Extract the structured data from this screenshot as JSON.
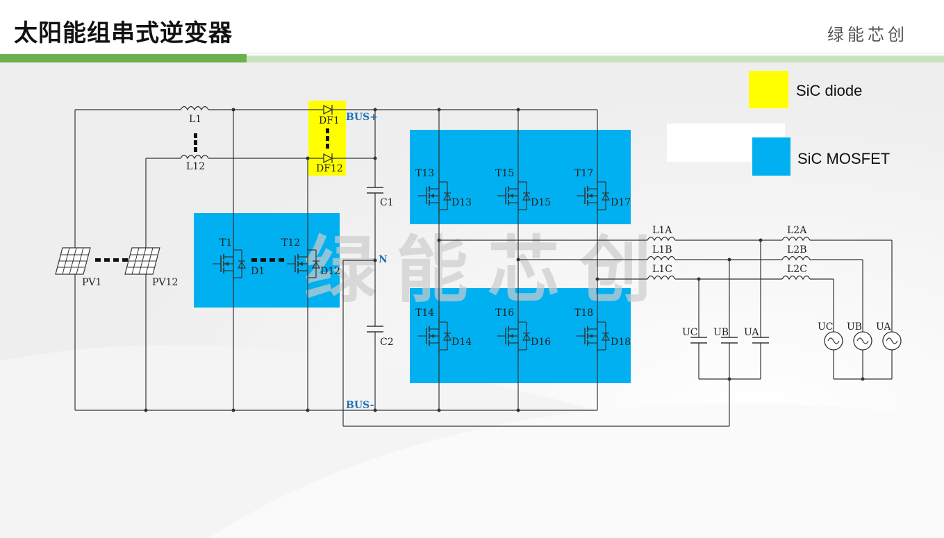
{
  "header": {
    "title": "太阳能组串式逆变器",
    "brand": "绿能芯创"
  },
  "watermark": "绿能芯创",
  "legend": {
    "sic_diode": {
      "label": "SiC diode",
      "color": "#ffff00"
    },
    "sic_mosfet": {
      "label": "SiC MOSFET",
      "color": "#00b0f0"
    }
  },
  "labels": {
    "L1": "L1",
    "L12": "L12",
    "DF1": "DF1",
    "DF12": "DF12",
    "BUS_plus": "BUS+",
    "BUS_minus": "BUS-",
    "N": "N",
    "C1": "C1",
    "C2": "C2",
    "PV1": "PV1",
    "PV12": "PV12",
    "T1": "T1",
    "D1": "D1",
    "T12": "T12",
    "D12": "D12",
    "T13": "T13",
    "D13": "D13",
    "T15": "T15",
    "D15": "D15",
    "T17": "T17",
    "D17": "D17",
    "T14": "T14",
    "D14": "D14",
    "T16": "T16",
    "D16": "D16",
    "T18": "T18",
    "D18": "D18",
    "L1A": "L1A",
    "L1B": "L1B",
    "L1C": "L1C",
    "L2A": "L2A",
    "L2B": "L2B",
    "L2C": "L2C",
    "UC_cap": "UC",
    "UB_cap": "UB",
    "UA_cap": "UA",
    "UC_src": "UC",
    "UB_src": "UB",
    "UA_src": "UA"
  },
  "colors": {
    "wire": "#333333",
    "label_blue": "#1f6fb0",
    "accent_green": "#6ab04c"
  }
}
